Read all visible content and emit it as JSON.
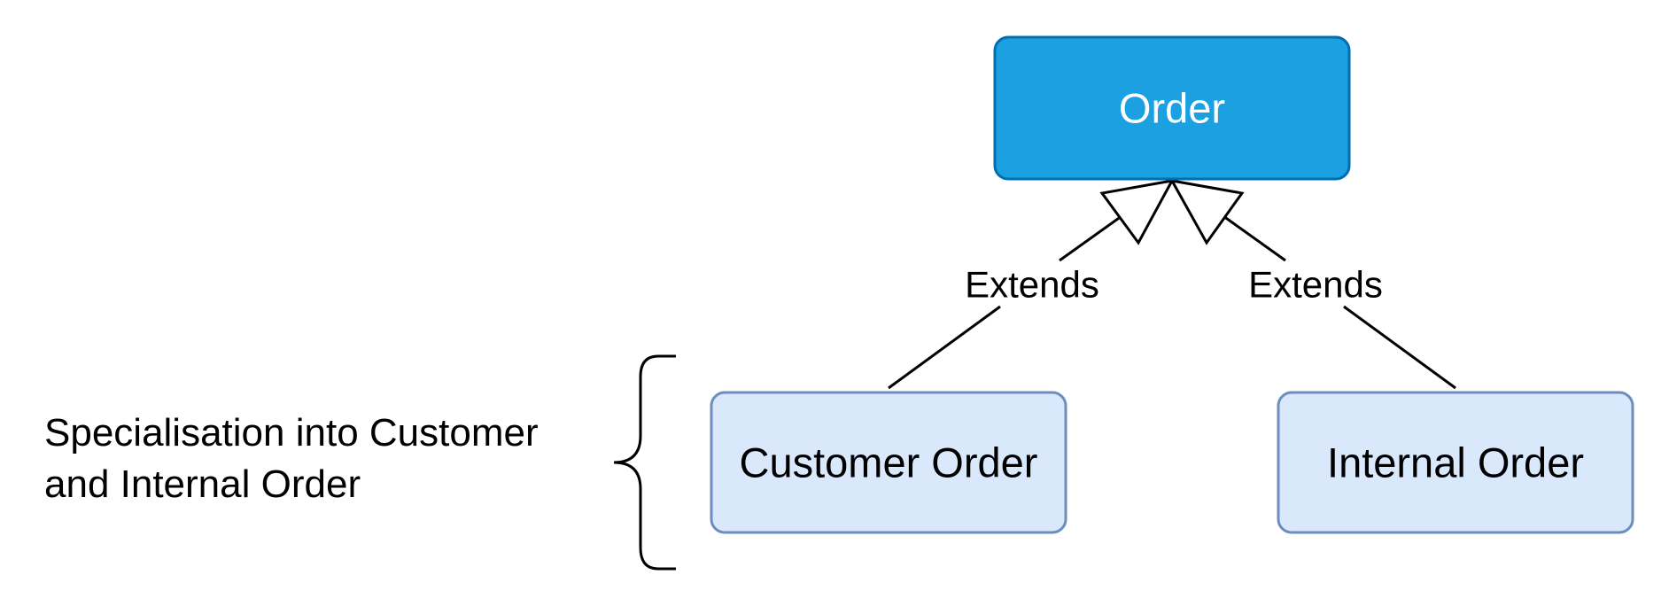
{
  "nodes": {
    "order": {
      "label": "Order"
    },
    "customer_order": {
      "label": "Customer Order"
    },
    "internal_order": {
      "label": "Internal Order"
    }
  },
  "edges": [
    {
      "from": "customer_order",
      "to": "order",
      "label": "Extends",
      "arrow": "hollow-triangle"
    },
    {
      "from": "internal_order",
      "to": "order",
      "label": "Extends",
      "arrow": "hollow-triangle"
    }
  ],
  "annotation": {
    "lines": [
      "Specialisation into Customer",
      "and Internal Order"
    ]
  },
  "colors": {
    "parent_fill": "#1ba1e2",
    "parent_stroke": "#006eaf",
    "parent_text": "#ffffff",
    "child_fill": "#dae8fc",
    "child_stroke": "#6c8ebf",
    "child_text": "#000000",
    "line": "#000000"
  }
}
